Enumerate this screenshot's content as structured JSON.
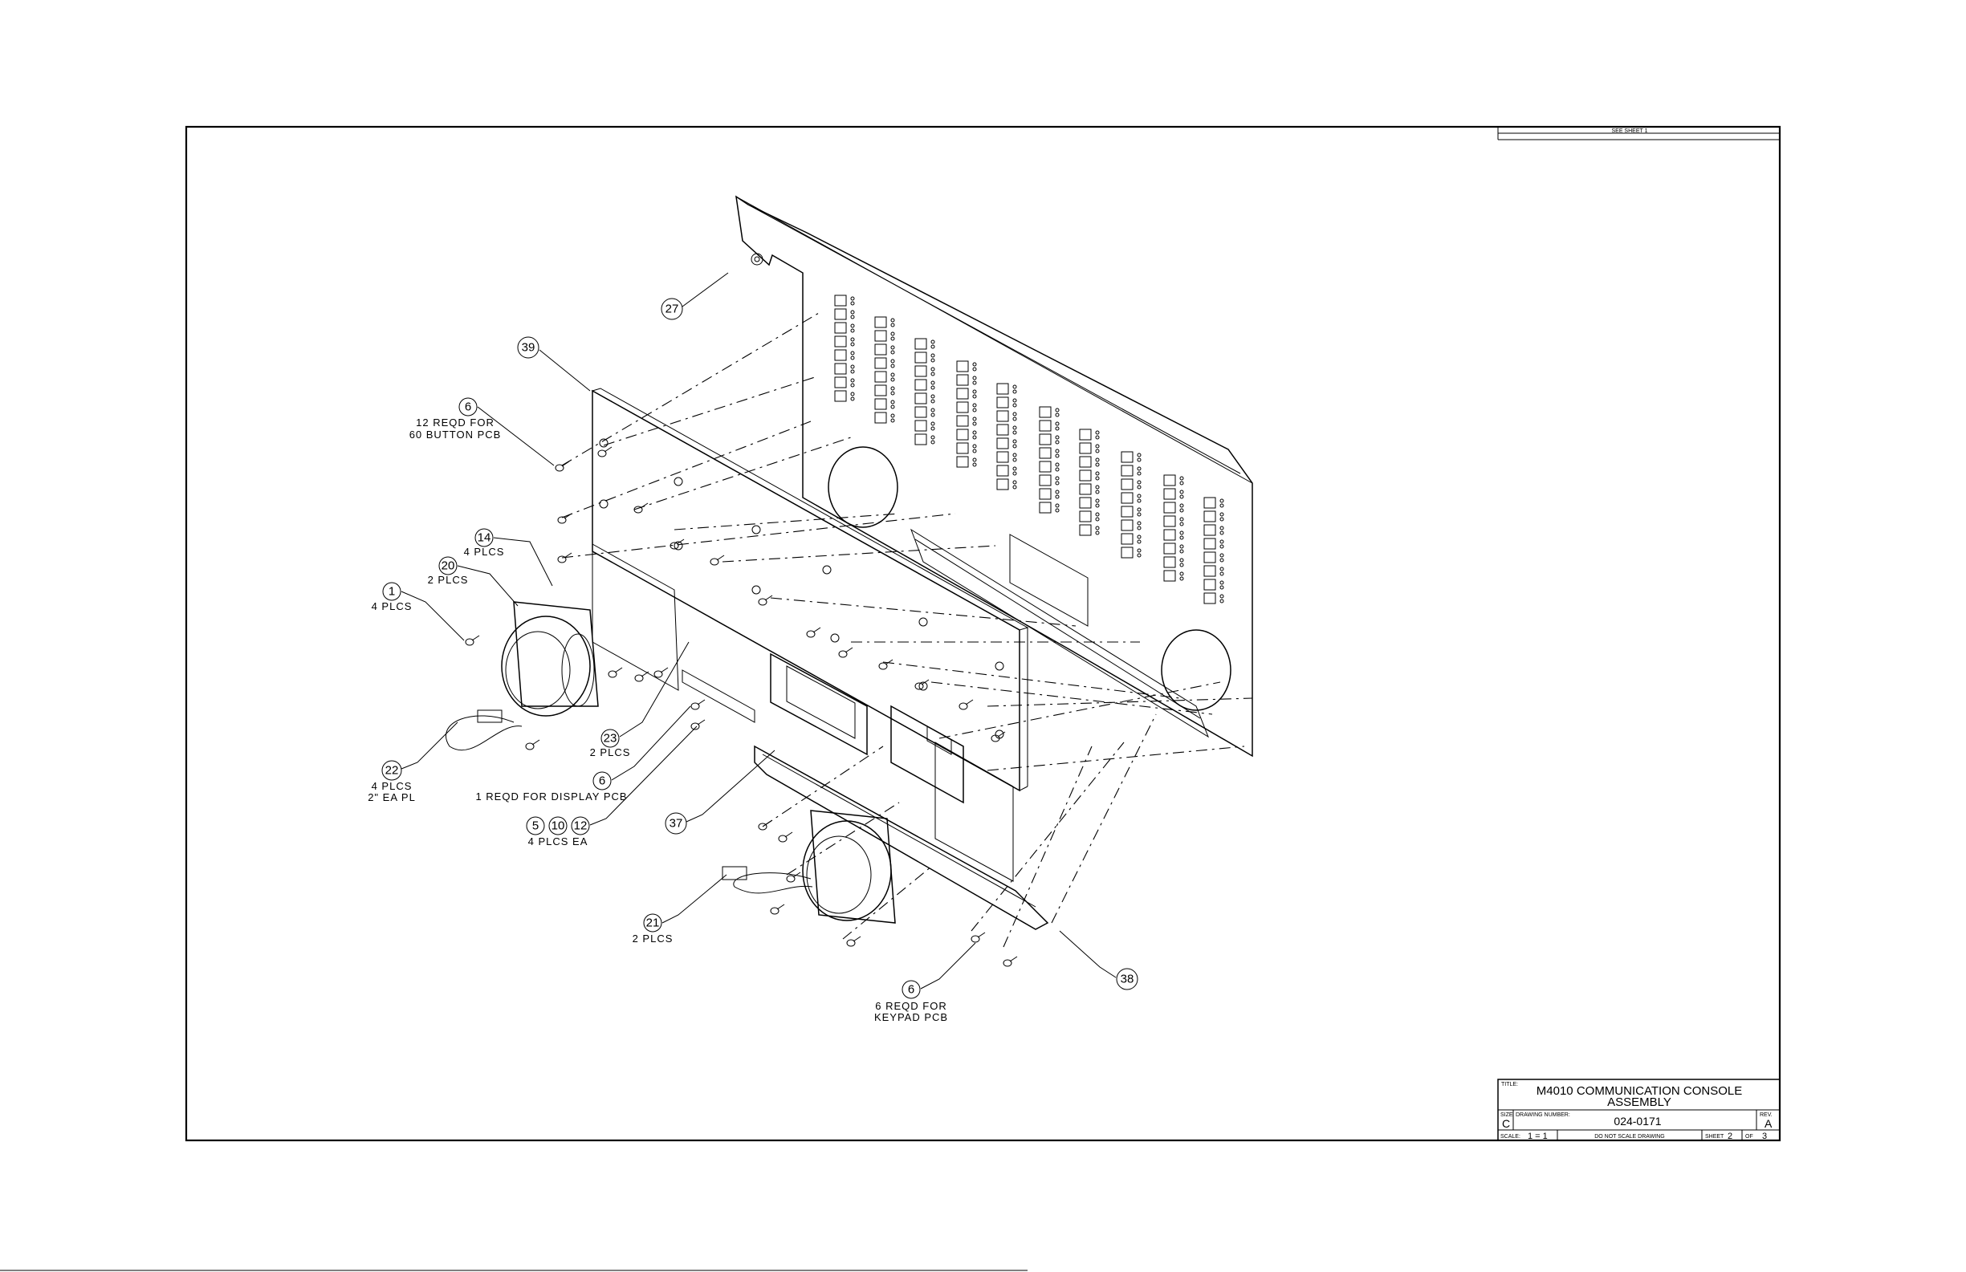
{
  "revision_block": {
    "text": "SEE SHEET 1"
  },
  "callouts": [
    {
      "num": "27",
      "note": ""
    },
    {
      "num": "39",
      "note": ""
    },
    {
      "num": "6",
      "note": [
        "12 REQD FOR",
        "60 BUTTON PCB"
      ]
    },
    {
      "num": "14",
      "note": [
        "4 PLCS"
      ]
    },
    {
      "num": "20",
      "note": [
        "2 PLCS"
      ]
    },
    {
      "num": "1",
      "note": [
        "4 PLCS"
      ]
    },
    {
      "num": "22",
      "note": [
        "4 PLCS",
        "2\" EA PL"
      ]
    },
    {
      "num": "23",
      "note": [
        "2 PLCS"
      ]
    },
    {
      "num": "6",
      "note": [
        "1 REQD FOR DISPLAY PCB"
      ]
    },
    {
      "num": "5",
      "note": ""
    },
    {
      "num": "10",
      "note": ""
    },
    {
      "num": "12",
      "note": [
        "4 PLCS EA"
      ]
    },
    {
      "num": "37",
      "note": ""
    },
    {
      "num": "21",
      "note": [
        "2 PLCS"
      ]
    },
    {
      "num": "6",
      "note": [
        "6 REQD FOR",
        "KEYPAD PCB"
      ]
    },
    {
      "num": "38",
      "note": ""
    }
  ],
  "title_block": {
    "title_label": "TITLE:",
    "title_line1": "M4010 COMMUNICATION CONSOLE",
    "title_line2": "ASSEMBLY",
    "size_label": "SIZE",
    "size_value": "C",
    "drawing_number_label": "DRAWING NUMBER:",
    "drawing_number": "024-0171",
    "rev_label": "REV.",
    "rev_value": "A",
    "scale_label": "SCALE:",
    "scale_value": "1 = 1",
    "do_not_scale": "DO NOT SCALE DRAWING",
    "sheet_label": "SHEET",
    "sheet_value": "2",
    "of_label": "OF",
    "of_value": "3"
  }
}
